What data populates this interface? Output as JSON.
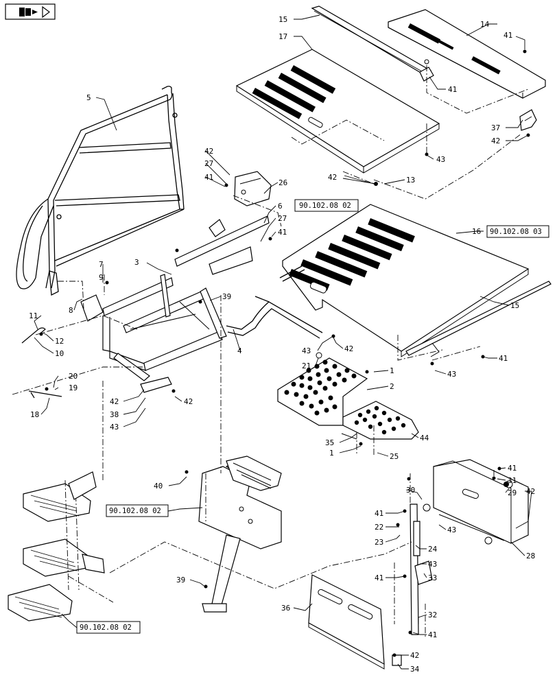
{
  "toolbar": {
    "icon": "book-arrow-icon"
  },
  "callouts": [
    "15",
    "17",
    "14",
    "41",
    "41",
    "37",
    "42",
    "5",
    "43",
    "42",
    "27",
    "41",
    "26",
    "42",
    "13",
    "90.102.08 02",
    "6",
    "27",
    "41",
    "16",
    "90.102.08 03",
    "3",
    "7",
    "9",
    "39",
    "11",
    "8",
    "12",
    "10",
    "4",
    "43",
    "42",
    "15",
    "41",
    "21",
    "1",
    "2",
    "20",
    "19",
    "18",
    "42",
    "38",
    "43",
    "42",
    "43",
    "35",
    "44",
    "1",
    "25",
    "40",
    "41",
    "31",
    "29",
    "90.102.08 02",
    "30",
    "42",
    "41",
    "22",
    "43",
    "23",
    "24",
    "28",
    "43",
    "39",
    "41",
    "33",
    "36",
    "32",
    "41",
    "42",
    "34",
    "90.102.08 02"
  ],
  "reference_boxes": [
    "90.102.08 02",
    "90.102.08 03",
    "90.102.08 02",
    "90.102.08 02"
  ]
}
